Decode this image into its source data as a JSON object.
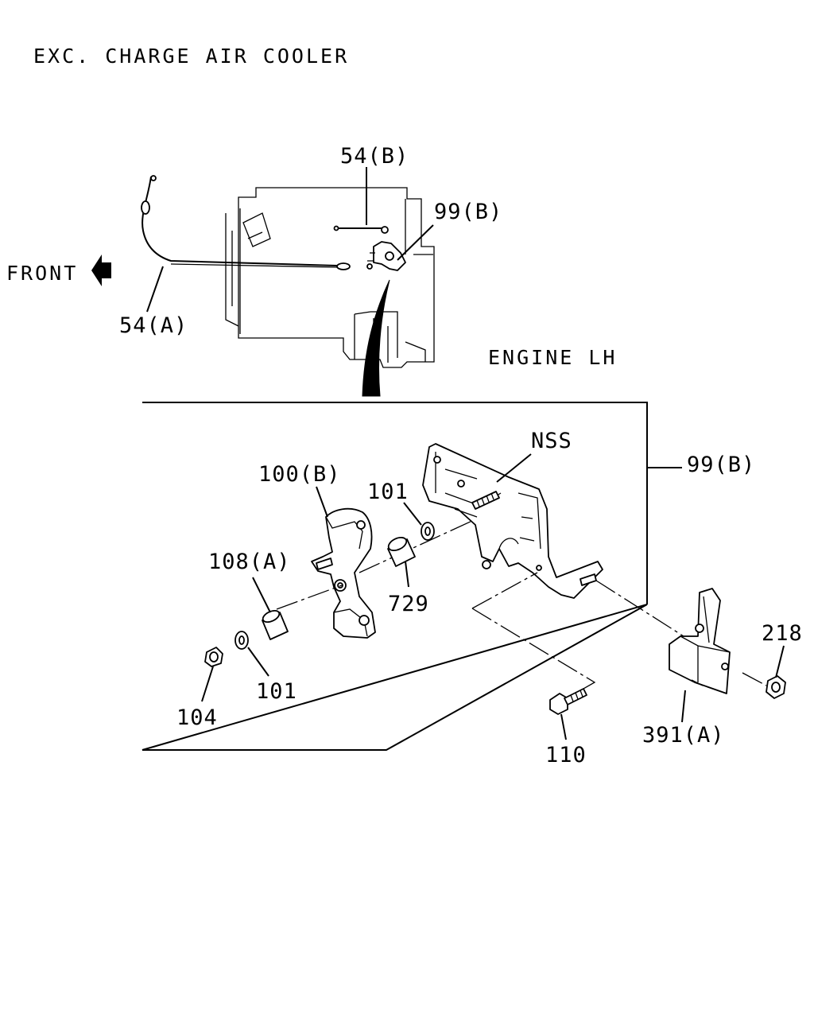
{
  "header": {
    "caption": "EXC. CHARGE AIR COOLER"
  },
  "orientation": {
    "front_label": "FRONT",
    "icon": "arrow-left-icon"
  },
  "view_label": "ENGINE LH",
  "callouts": {
    "cable_54b": "54(B)",
    "cable_54a": "54(A)",
    "bracket_99b_top": "99(B)",
    "bracket_99b_box": "99(B)",
    "nss": "NSS",
    "lever_100b": "100(B)",
    "washer_101_upper": "101",
    "washer_101_lower": "101",
    "collar_108a": "108(A)",
    "collar_729": "729",
    "nut_104": "104",
    "bolt_110": "110",
    "nut_218": "218",
    "bracket_391a": "391(A)"
  }
}
